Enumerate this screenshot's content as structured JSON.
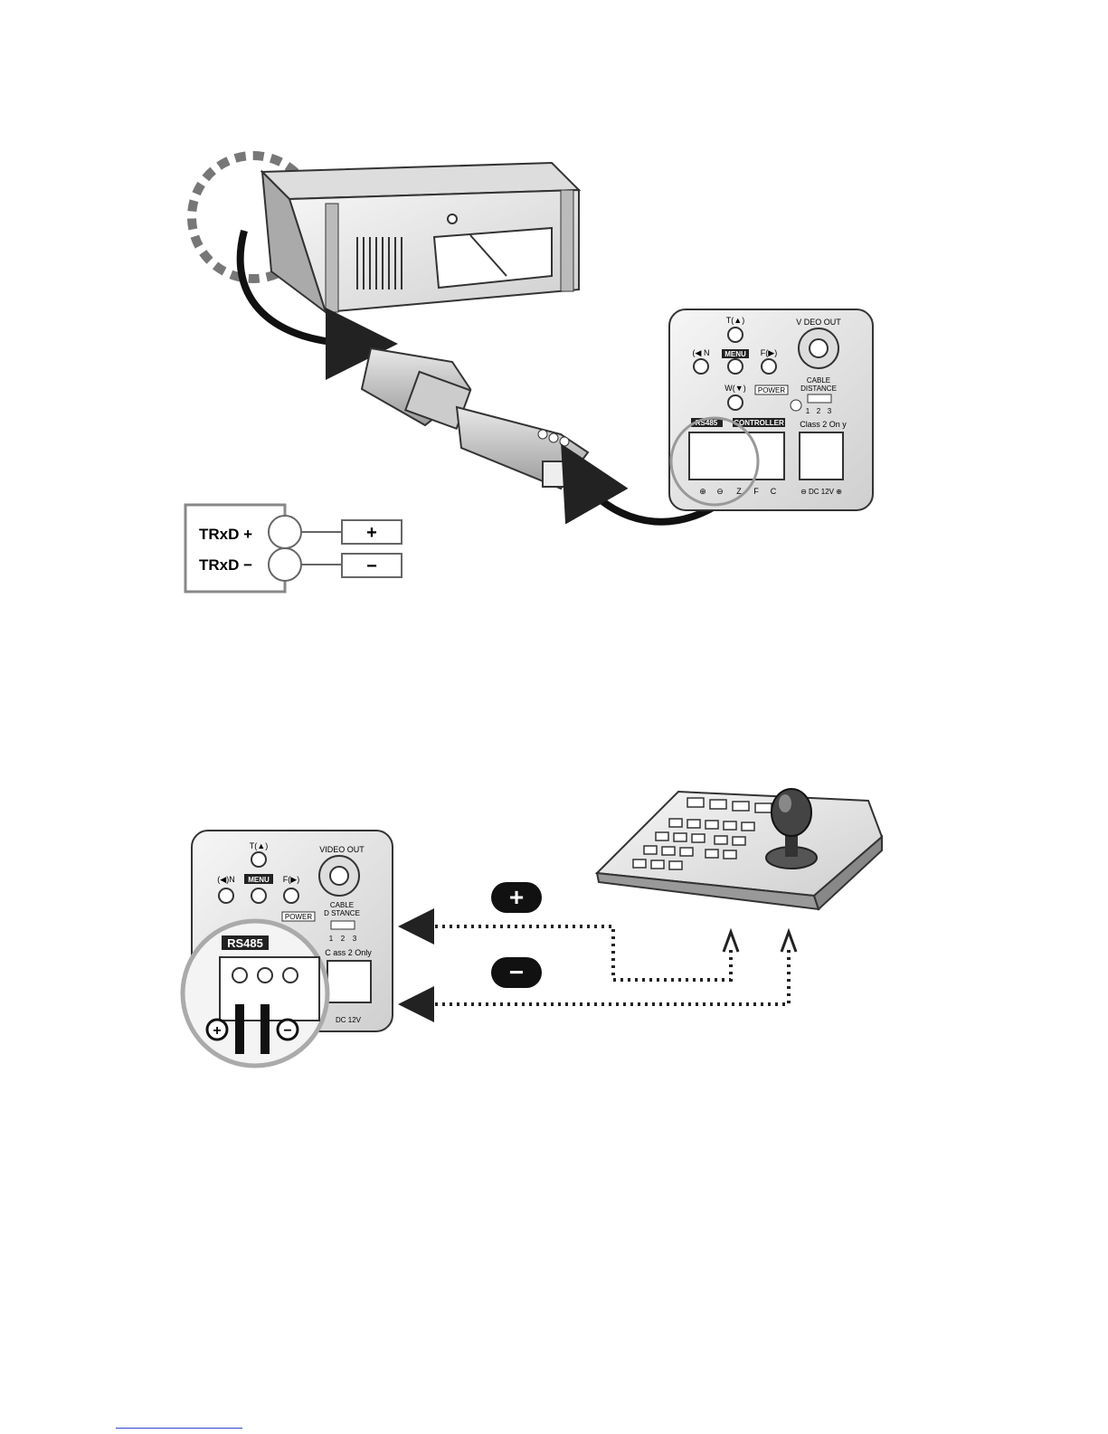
{
  "top_diagram": {
    "camera_panel": {
      "btn_tilt": "T(▲)",
      "btn_iris": "(◀ N",
      "btn_menu": "MENU",
      "btn_focus": "F(▶)",
      "btn_wide": "W(▼)",
      "power_label": "POWER",
      "video_out": "V DEO OUT",
      "cable_distance_1": "CABLE",
      "cable_distance_2": "DISTANCE",
      "switch_positions": [
        "1",
        "2",
        "3"
      ],
      "rs485_label": "RS485",
      "controller_label": "CONTROLLER",
      "class2_label": "Class 2 On y",
      "terminal_labels": [
        "⊕",
        "⊖",
        "Z",
        "F",
        "C"
      ],
      "dc_label": "⊖ DC 12V ⊕"
    },
    "terminal_box": {
      "row1_label": "TRxD +",
      "row2_label": "TRxD −",
      "row1_sign": "+",
      "row2_sign": "−"
    }
  },
  "bottom_diagram": {
    "camera_panel": {
      "btn_tilt": "T(▲)",
      "btn_iris": "(◀)N",
      "btn_menu": "MENU",
      "btn_focus": "F(▶)",
      "power_label": "POWER",
      "video_out": "VIDEO OUT",
      "cable_distance_1": "CABLE",
      "cable_distance_2": "D STANCE",
      "switch_positions": [
        "1",
        "2",
        "3"
      ],
      "rs485_label": "RS485",
      "class2_label": "C ass 2 Only",
      "dc_label": "DC 12V"
    },
    "plus_badge": "+",
    "minus_badge": "−"
  }
}
